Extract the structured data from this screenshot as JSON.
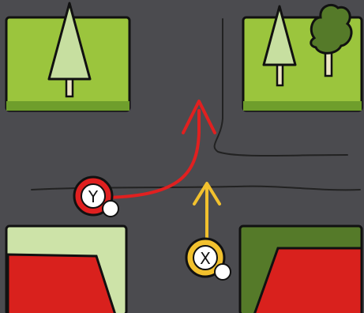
{
  "scene": {
    "road_color": "#4b4b4f",
    "grass_color": "#9bc53d",
    "dark_grass_color": "#557a29",
    "pale_grass_color": "#cde3a8",
    "field_color": "#d9211d",
    "outline_color": "#111111"
  },
  "vehicles": [
    {
      "id": "Y",
      "label": "Y",
      "ring_color": "#e02020",
      "path_color": "#e02020",
      "direction": "left-turn-then-north"
    },
    {
      "id": "X",
      "label": "X",
      "ring_color": "#f2c12e",
      "path_color": "#f2c12e",
      "direction": "straight-north"
    }
  ],
  "icons": {
    "tree_left": "conifer-tree-icon",
    "tree_right": "conifer-tree-icon",
    "bush_right": "deciduous-tree-icon"
  }
}
